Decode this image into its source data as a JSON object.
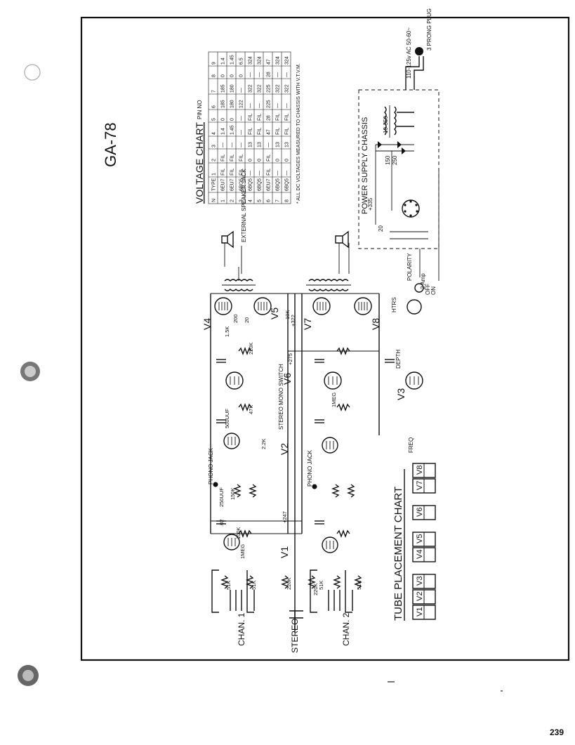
{
  "model": "GA-78",
  "page_number": "239",
  "voltage_chart": {
    "title": "VOLTAGE CHART",
    "pin_no_label": "PIN NO",
    "headers": [
      "TYPE",
      "1",
      "2",
      "3",
      "4",
      "5",
      "6",
      "7",
      "8",
      "9"
    ],
    "rows": [
      [
        "1",
        "6EU7",
        "FIL",
        "FIL",
        "—",
        "1.4",
        "0",
        "185",
        "185",
        "0",
        "1.4"
      ],
      [
        "2",
        "6EU7",
        "FIL",
        "FIL",
        "—",
        "1.45",
        "0",
        "180",
        "180",
        "0",
        "1.45"
      ],
      [
        "3",
        "6BQ5",
        "FIL",
        "FIL",
        "—",
        "—",
        "—",
        "122",
        "—",
        "0",
        "6.5"
      ],
      [
        "4",
        "6BQ5",
        "—",
        "0",
        "13",
        "FIL",
        "FIL",
        "—",
        "322",
        "—",
        "324"
      ],
      [
        "5",
        "6BQ5",
        "—",
        "0",
        "13",
        "FIL",
        "FIL",
        "—",
        "322",
        "—",
        "324"
      ],
      [
        "6",
        "6EU7",
        "FIL",
        "FIL",
        "—",
        "47",
        "28",
        "225",
        "225",
        "28",
        "47"
      ],
      [
        "7",
        "6BQ5",
        "—",
        "0",
        "13",
        "FIL",
        "FIL",
        "—",
        "322",
        "—",
        "324"
      ],
      [
        "8",
        "6BQ5",
        "—",
        "0",
        "13",
        "FIL",
        "FIL",
        "—",
        "322",
        "—",
        "324"
      ]
    ],
    "footnote": "* ALL DC VOLTAGES MEASURED TO CHASSIS WITH V.T.V.M."
  },
  "power_supply": {
    "title": "POWER SUPPLY CHASSIS",
    "ac_label": "110-125v AC 50-60~",
    "plug_label": "3 PRONG PLUG",
    "labels": [
      "+335",
      "10-350",
      "150",
      "250",
      "20"
    ]
  },
  "placement_chart": {
    "title": "TUBE PLACEMENT CHART",
    "tubes": [
      "V1",
      "V2",
      "V3",
      "V4",
      "V5",
      "V6",
      "V7",
      "V8"
    ]
  },
  "tube_labels": [
    "V1",
    "V2",
    "V3",
    "V4",
    "V5",
    "V6",
    "V7",
    "V8"
  ],
  "input_labels": [
    "CHAN. 1",
    "STEREO",
    "CHAN. 2"
  ],
  "jack_labels": [
    "PHONO JACK",
    "PHONO JACK",
    "EXTERNAL SPEAKER JACK",
    "STEREO MONO SWITCH"
  ],
  "control_labels": [
    "DEPTH",
    "FREQ",
    "HTRS",
    "POLARITY",
    "OFF",
    "ON",
    "2 Amp"
  ],
  "component_values": [
    "51K",
    "51K",
    "51K",
    "51K",
    "220K",
    "220K",
    "1MEG",
    "100K",
    ".02",
    "250UUF",
    "150K",
    "500UUF",
    "47K",
    "2.2K",
    "220K",
    "1.5K",
    "10K",
    "1MEG",
    "200",
    "20",
    "+247",
    "+275",
    "+322"
  ]
}
